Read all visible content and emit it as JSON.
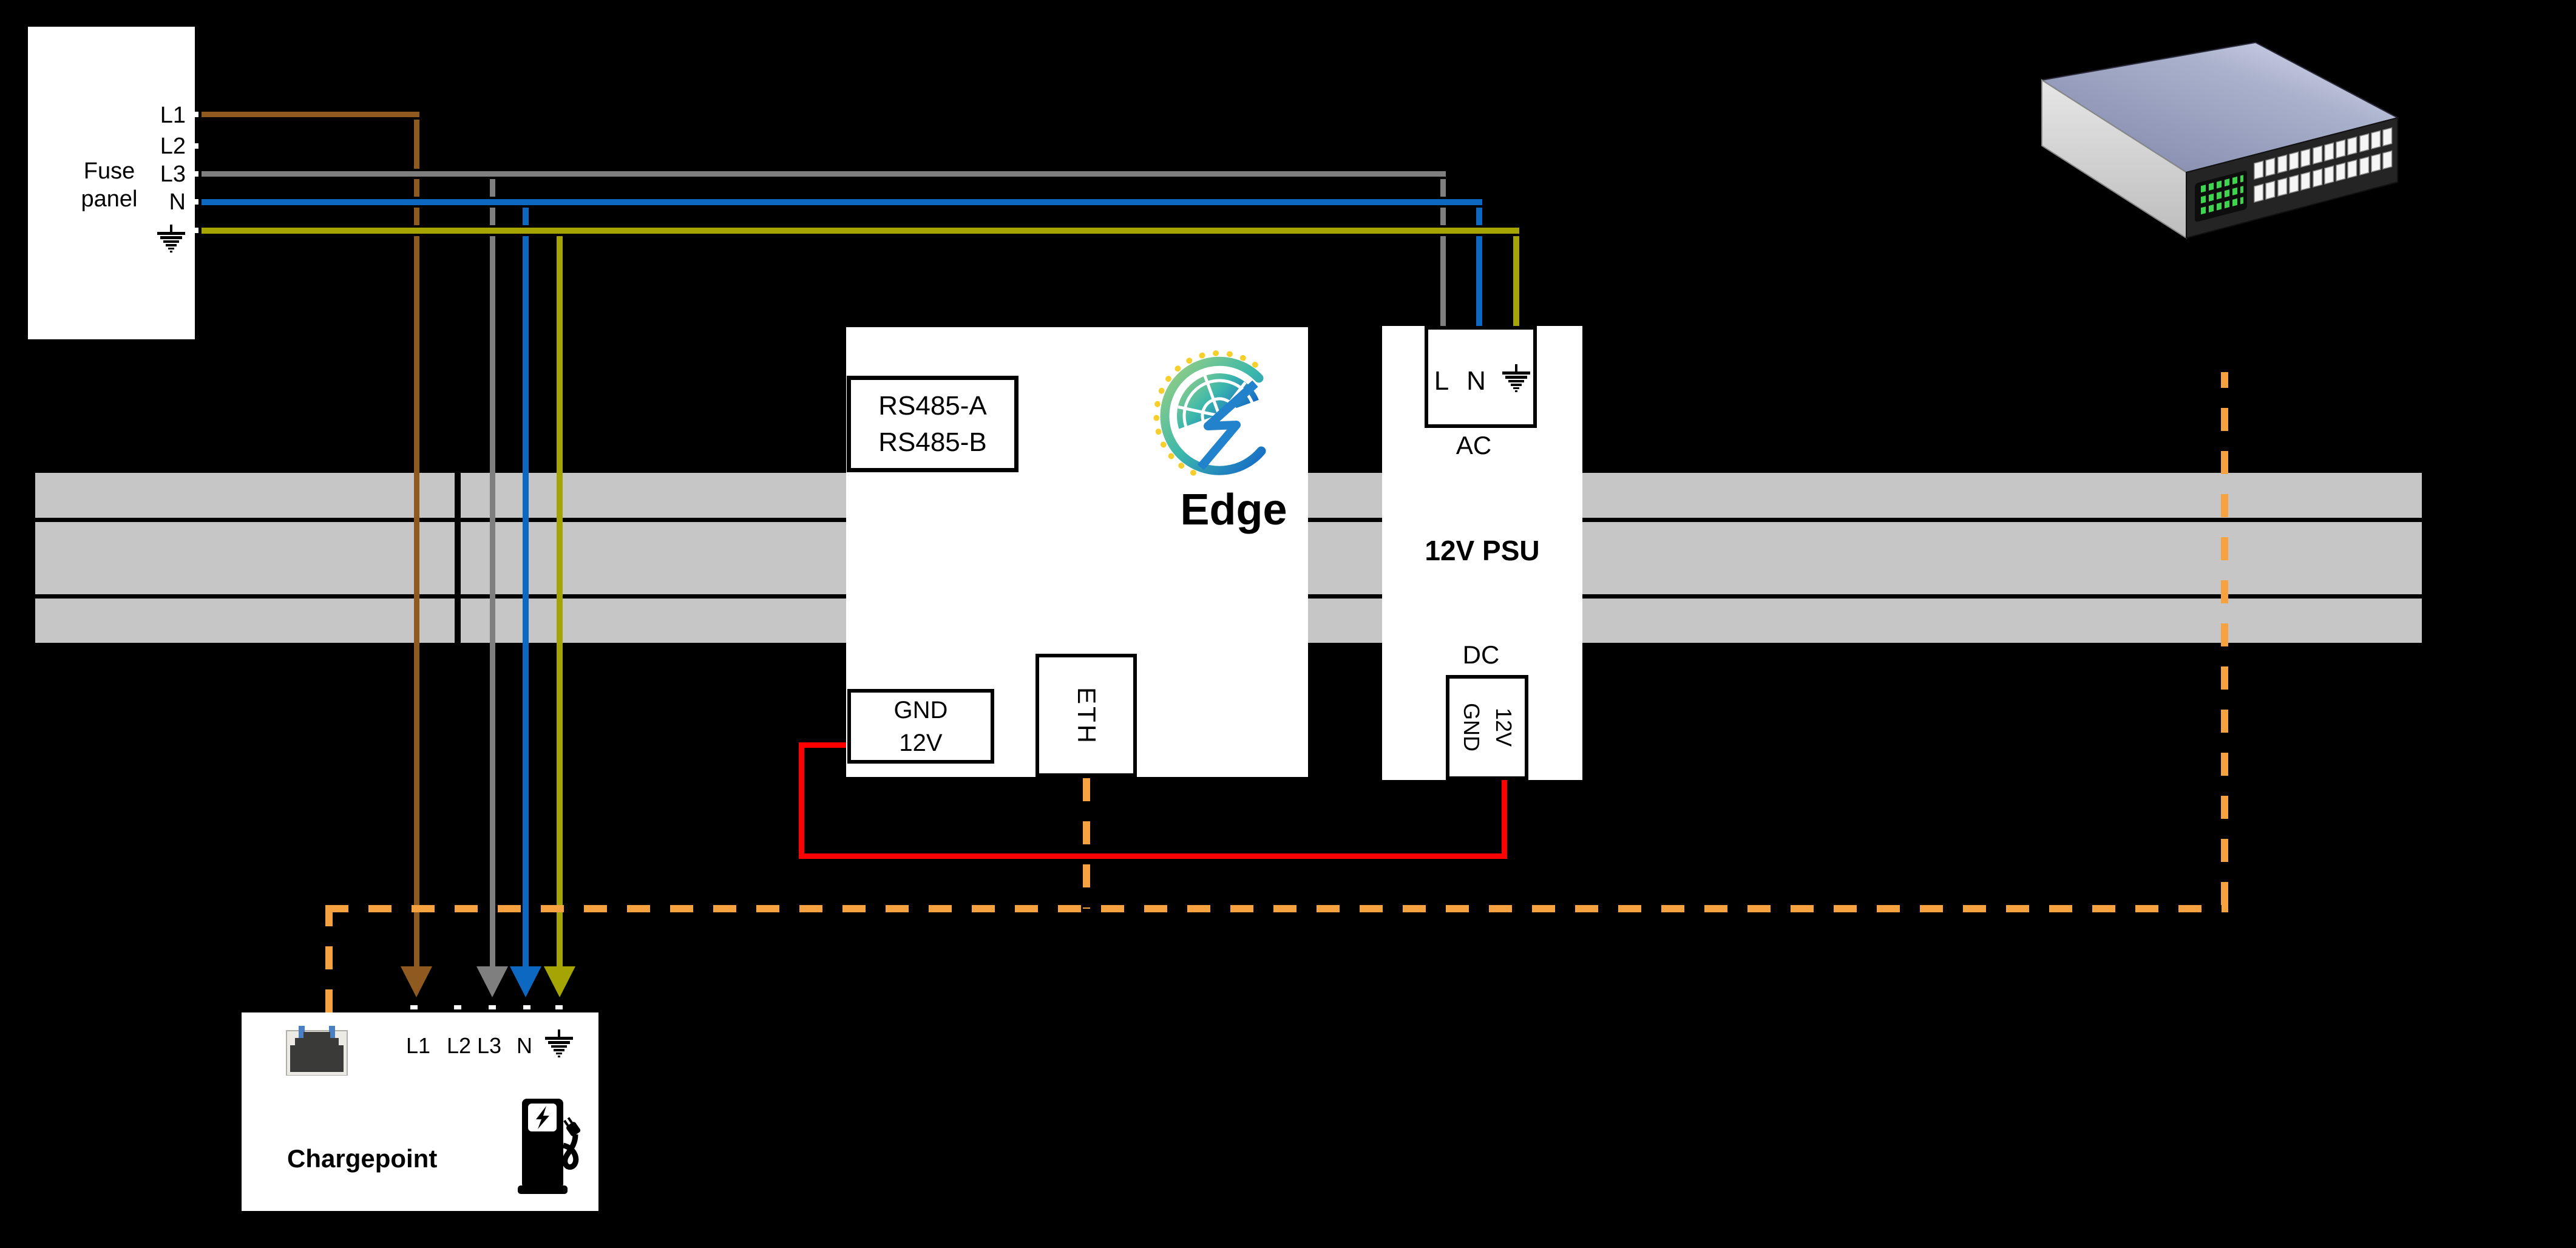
{
  "colors": {
    "background": "#000000",
    "din_rail": "#c6c6c6",
    "wire_l1_brown": "#8e5a20",
    "wire_l3_gray": "#7f7f7f",
    "wire_neutral_blue": "#0c68c0",
    "wire_ground_olive": "#a4a405",
    "wire_12v_red": "#fe0000",
    "wire_ethernet_orange": "#f7a240",
    "switch_led_green": "#3ed44e"
  },
  "fuse_panel": {
    "title_line1": "Fuse",
    "title_line2": "panel",
    "terminals": [
      "L1",
      "L2",
      "L3",
      "N"
    ]
  },
  "edge_device": {
    "brand": "Edge",
    "rs485_labels": [
      "RS485-A",
      "RS485-B"
    ],
    "power_terminal": {
      "line1": "GND",
      "line2": "12V"
    },
    "eth_label": "ETH"
  },
  "psu": {
    "name": "12V PSU",
    "ac_section": "AC",
    "dc_section": "DC",
    "ac_terminals": {
      "live": "L",
      "neutral": "N"
    },
    "dc_terminals": {
      "gnd": "GND",
      "v12": "12V"
    }
  },
  "chargepoint": {
    "name": "Chargepoint",
    "terminals": [
      "L1",
      "L2",
      "L3",
      "N"
    ]
  },
  "icons": {
    "ground": "ground-icon",
    "ethernet_port": "rj45-port-icon",
    "ev_charger": "ev-charger-icon",
    "network_switch": "network-switch-image",
    "edge_logo": "edge-logo"
  }
}
